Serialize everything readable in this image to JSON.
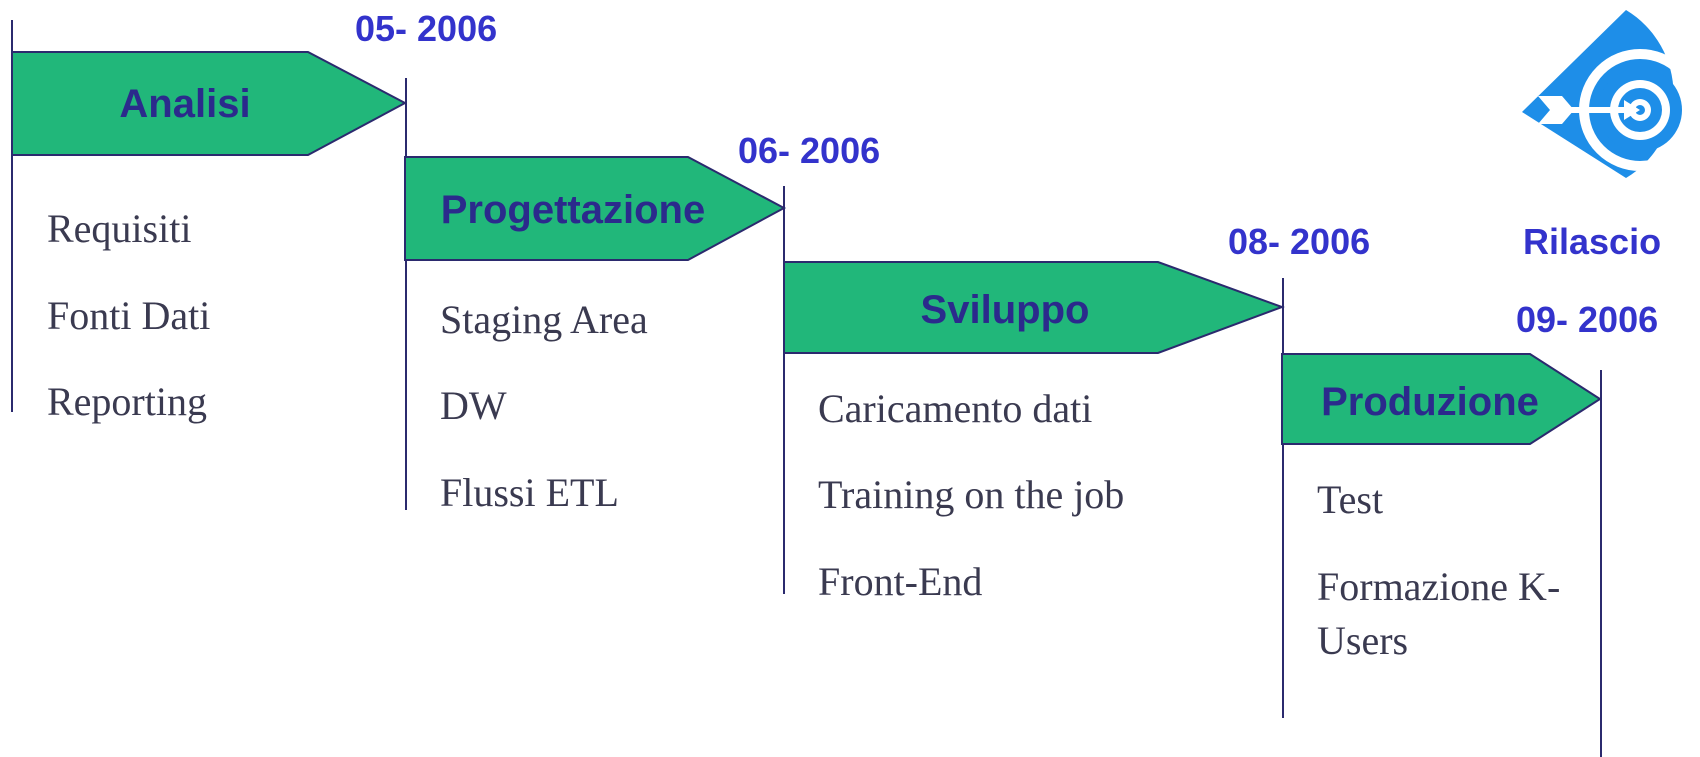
{
  "phases": [
    {
      "name": "Analisi",
      "date": "05- 2006",
      "items": [
        "Requisiti",
        "Fonti Dati",
        "Reporting"
      ]
    },
    {
      "name": "Progettazione",
      "date": "06- 2006",
      "items": [
        "Staging Area",
        "DW",
        "Flussi ETL"
      ]
    },
    {
      "name": "Sviluppo",
      "date": "08- 2006",
      "items": [
        "Caricamento dati",
        "Training on the job",
        "Front-End"
      ]
    },
    {
      "name": "Produzione",
      "date": "09- 2006",
      "items": [
        "Test",
        "Formazione K-Users"
      ]
    }
  ],
  "release": {
    "label": "Rilascio"
  },
  "colors": {
    "arrow_fill": "#21b77a",
    "arrow_stroke": "#2b2a6e",
    "label": "#2b2a8c",
    "date": "#3333cc",
    "target": "#1e8ee8"
  },
  "icons": {
    "target": "target-with-arrow-icon"
  }
}
